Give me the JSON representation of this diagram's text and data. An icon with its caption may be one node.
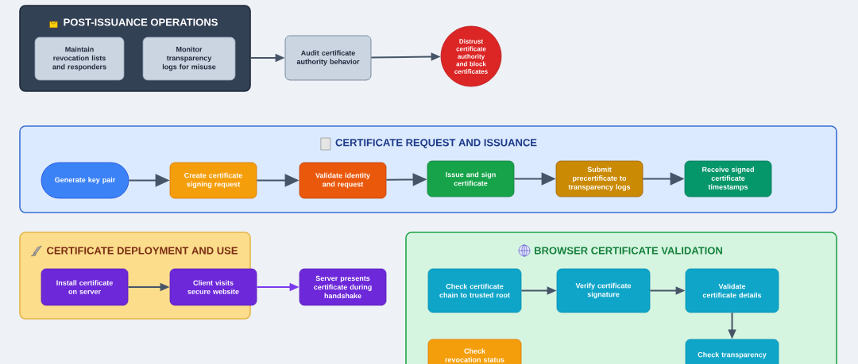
{
  "diagram": {
    "nodes": [
      {
        "text": [
          "POST-ISSUANCE OPERATIONS"
        ]
      },
      {
        "text": [
          "Maintain revocation lists and responders"
        ],
        "in": 0
      },
      {
        "text": [
          "Monitor transparency logs for misuse"
        ],
        "in": 0
      },
      {
        "text": [
          "Audit certificate authority behavior"
        ]
      },
      {
        "text": [
          "Distrust certificate authority and block certificates"
        ]
      },
      {
        "text": [
          "CERTIFICATE REQUEST AND ISSUANCE"
        ]
      },
      {
        "text": [
          "Generate key pair"
        ],
        "in": 5
      },
      {
        "text": [
          "Create certificate signing request"
        ],
        "in": 5
      },
      {
        "text": [
          "Validate identity and request"
        ],
        "in": 5
      },
      {
        "text": [
          "Issue and sign certificate"
        ],
        "in": 5
      },
      {
        "text": [
          "Submit precertificate to transparency logs"
        ],
        "in": 5
      },
      {
        "text": [
          "Receive signed certificate timestamps"
        ],
        "in": 5
      },
      {
        "text": [
          "CERTIFICATE DEPLOYMENT AND USE"
        ]
      },
      {
        "text": [
          "Install certificate on server"
        ],
        "in": 12
      },
      {
        "text": [
          "Client visits secure website"
        ],
        "in": 12
      },
      {
        "text": [
          "Server presents certificate during handshake"
        ]
      },
      {
        "text": [
          "BROWSER CERTIFICATE VALIDATION"
        ]
      },
      {
        "text": [
          "Check certificate chain to trusted root"
        ],
        "in": 16
      },
      {
        "text": [
          "Verify certificate signature"
        ],
        "in": 16
      },
      {
        "text": [
          "Validate certificate details"
        ],
        "in": 16
      },
      {
        "text": [
          "Check revocation status"
        ],
        "in": 16
      },
      {
        "text": [
          "Check transparency"
        ],
        "in": 16
      }
    ],
    "edges": [
      {
        "from": 0,
        "to": 3,
        "arrow": "to"
      },
      {
        "from": 3,
        "to": 4,
        "arrow": "to"
      },
      {
        "from": 6,
        "to": 7,
        "arrow": "to"
      },
      {
        "from": 7,
        "to": 8,
        "arrow": "to"
      },
      {
        "from": 8,
        "to": 9,
        "arrow": "to"
      },
      {
        "from": 9,
        "to": 10,
        "arrow": "to"
      },
      {
        "from": 10,
        "to": 11,
        "arrow": "to"
      },
      {
        "from": 13,
        "to": 14,
        "arrow": "to"
      },
      {
        "from": 14,
        "to": 15,
        "arrow": "to",
        "color": "#7c3aed"
      },
      {
        "from": 17,
        "to": 18,
        "arrow": "to"
      },
      {
        "from": 18,
        "to": 19,
        "arrow": "to"
      },
      {
        "from": 19,
        "to": 21,
        "arrow": "to"
      }
    ]
  }
}
